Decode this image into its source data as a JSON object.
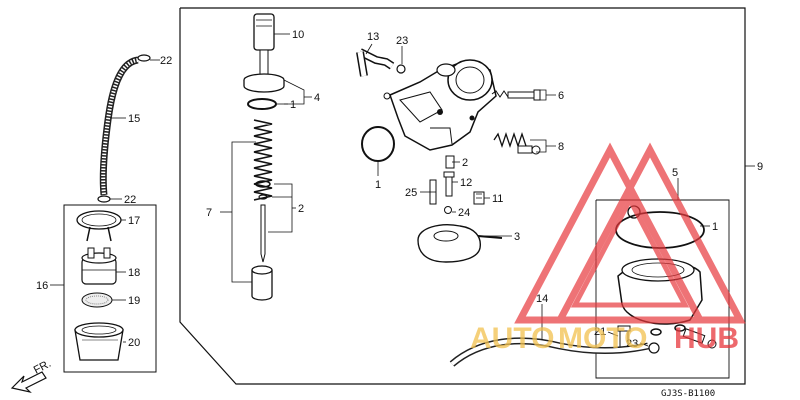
{
  "diagram": {
    "callouts": {
      "c1a": "1",
      "c1b": "1",
      "c1c": "1",
      "c2a": "2",
      "c2b": "2",
      "c3": "3",
      "c4": "4",
      "c5": "5",
      "c6": "6",
      "c7": "7",
      "c8": "8",
      "c9": "9",
      "c10": "10",
      "c11": "11",
      "c12": "12",
      "c13": "13",
      "c14": "14",
      "c15": "15",
      "c16": "16",
      "c17": "17",
      "c18": "18",
      "c19": "19",
      "c20": "20",
      "c21": "21",
      "c22a": "22",
      "c22b": "22",
      "c23a": "23",
      "c23b": "23",
      "c24": "24",
      "c25": "25"
    },
    "drawing_code": "GJ3S-B1100",
    "direction_label": "FR.",
    "watermark": {
      "text_part1": "AUTO",
      "text_part2": "MOTO",
      "text_part3": "HUB",
      "color_primary": "#e8383d",
      "color_secondary": "#f2c14e"
    }
  }
}
